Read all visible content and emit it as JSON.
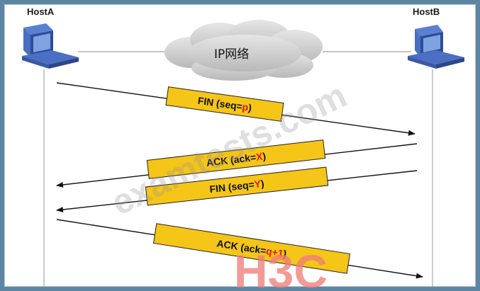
{
  "hosts": {
    "left": "HostA",
    "right": "HostB"
  },
  "network": {
    "label": "IP网络"
  },
  "messages": [
    {
      "prefix": "FIN (seq=",
      "var": "p",
      "suffix": ")",
      "direction": "A-to-B"
    },
    {
      "prefix": "ACK (ack=",
      "var": "X",
      "suffix": ")",
      "direction": "B-to-A"
    },
    {
      "prefix": "FIN (seq=",
      "var": "Y",
      "suffix": ")",
      "direction": "B-to-A"
    },
    {
      "prefix": "ACK (ack=",
      "var": "q+1",
      "suffix": ")",
      "direction": "A-to-B"
    }
  ],
  "watermark": "examtests.com",
  "logo": "H3C",
  "colors": {
    "frame": "#5e86a3",
    "label_fill": "#f5c518",
    "variable": "#e0161b",
    "computer": "#3a5fb0"
  }
}
